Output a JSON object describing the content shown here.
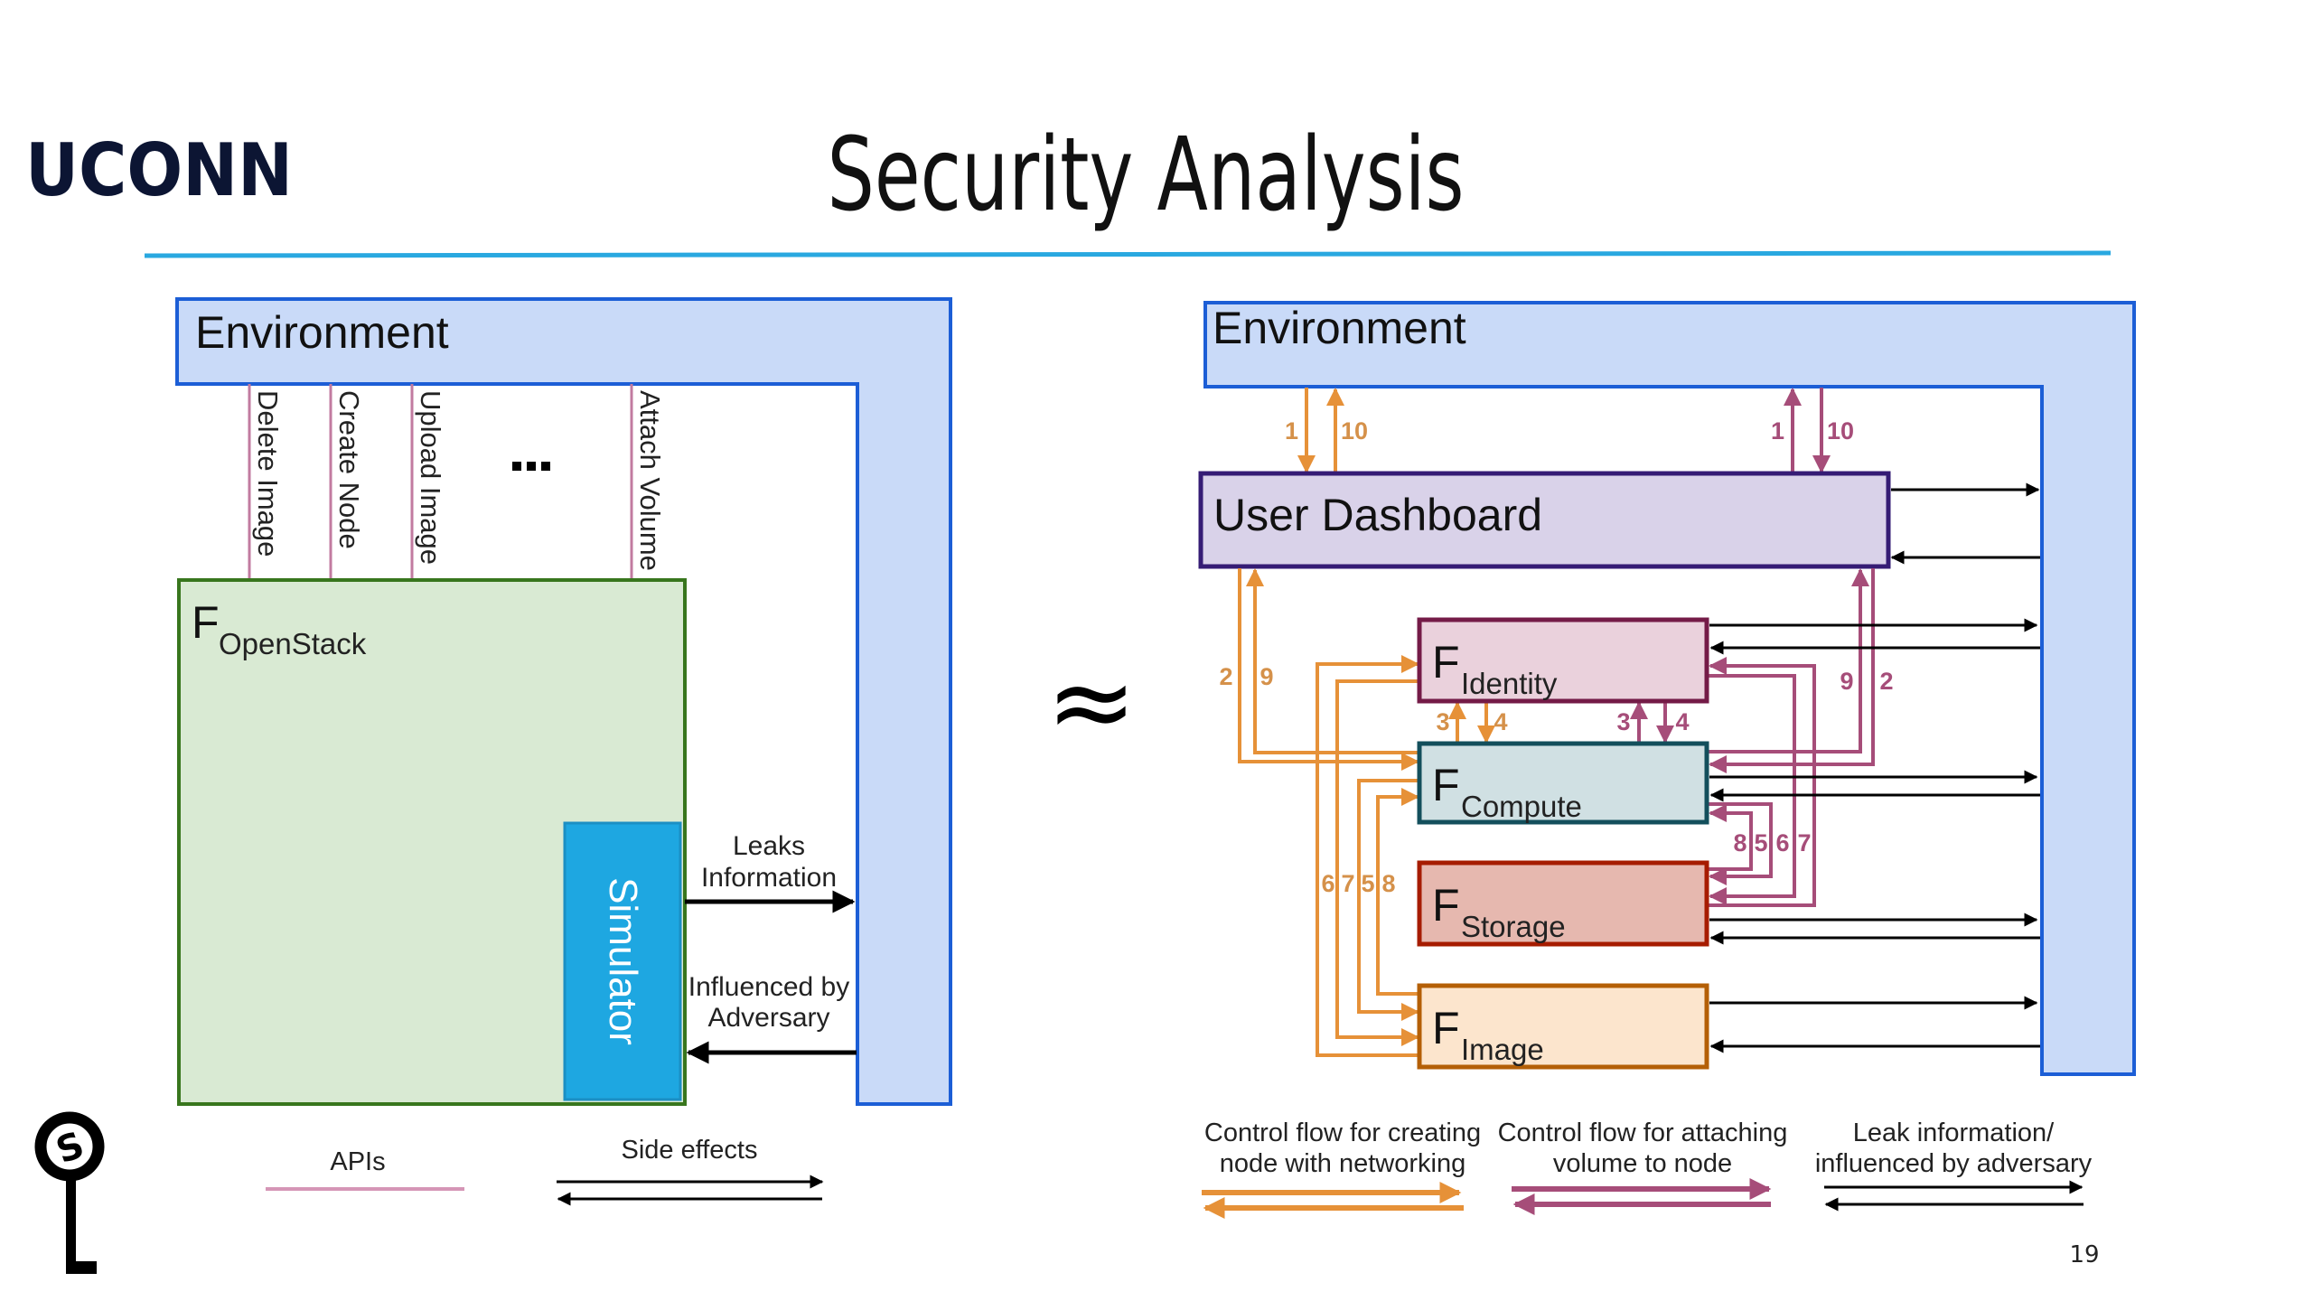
{
  "slide": {
    "title": "Security Analysis",
    "logo_text": "UCONN",
    "page_number": "19",
    "approx_symbol": "≈"
  },
  "left_diagram": {
    "environment_label": "Environment",
    "apis": [
      "Delete Image",
      "Create Node",
      "Upload Image",
      "Attach Volume"
    ],
    "ellipsis": "...",
    "functionality": {
      "letter": "F",
      "subscript": "OpenStack"
    },
    "simulator_label": "Simulator",
    "leaks": [
      "Leaks",
      "Information"
    ],
    "influenced": [
      "Influenced by",
      "Adversary"
    ],
    "legend": {
      "apis": "APIs",
      "side_effects": "Side effects"
    }
  },
  "right_diagram": {
    "environment_label": "Environment",
    "user_dashboard": "User Dashboard",
    "boxes": [
      {
        "letter": "F",
        "subscript": "Identity",
        "fill": "#ead1dc",
        "stroke": "#741b47"
      },
      {
        "letter": "F",
        "subscript": "Compute",
        "fill": "#d0e0e3",
        "stroke": "#134f5c"
      },
      {
        "letter": "F",
        "subscript": "Storage",
        "fill": "#e6b8af",
        "stroke": "#a61c00"
      },
      {
        "letter": "F",
        "subscript": "Image",
        "fill": "#fce5cd",
        "stroke": "#b45f06"
      }
    ],
    "step_labels": {
      "env_orange": [
        "1",
        "10"
      ],
      "env_purple": [
        "1",
        "10"
      ],
      "dash_compute_orange": [
        "2",
        "9"
      ],
      "dash_compute_purple": [
        "9",
        "2"
      ],
      "identity_compute_orange": [
        "3",
        "4"
      ],
      "identity_compute_purple": [
        "3",
        "4"
      ],
      "image_orange": [
        "6",
        "7",
        "5",
        "8"
      ],
      "storage_purple": [
        "8",
        "5",
        "6",
        "7"
      ]
    },
    "legend": [
      {
        "lines": [
          "Control flow for creating",
          "node with networking"
        ],
        "color": "#e69138"
      },
      {
        "lines": [
          "Control flow for attaching",
          "volume to node"
        ],
        "color": "#a64d79"
      },
      {
        "lines": [
          "Leak information/",
          "influenced by adversary"
        ],
        "color": "#000000"
      }
    ]
  },
  "colors": {
    "accent_rule": "#29a8e0",
    "environment_fill": "#c9daf8",
    "environment_stroke": "#1c5ed6",
    "openstack_fill": "#d9ead3",
    "openstack_stroke": "#38761d",
    "simulator_fill": "#1ea7e1",
    "api_line": "#c27ba0",
    "orange_flow": "#e69138",
    "purple_flow": "#a64d79",
    "dashboard_fill": "#d9d2e9",
    "dashboard_stroke": "#351c75"
  }
}
